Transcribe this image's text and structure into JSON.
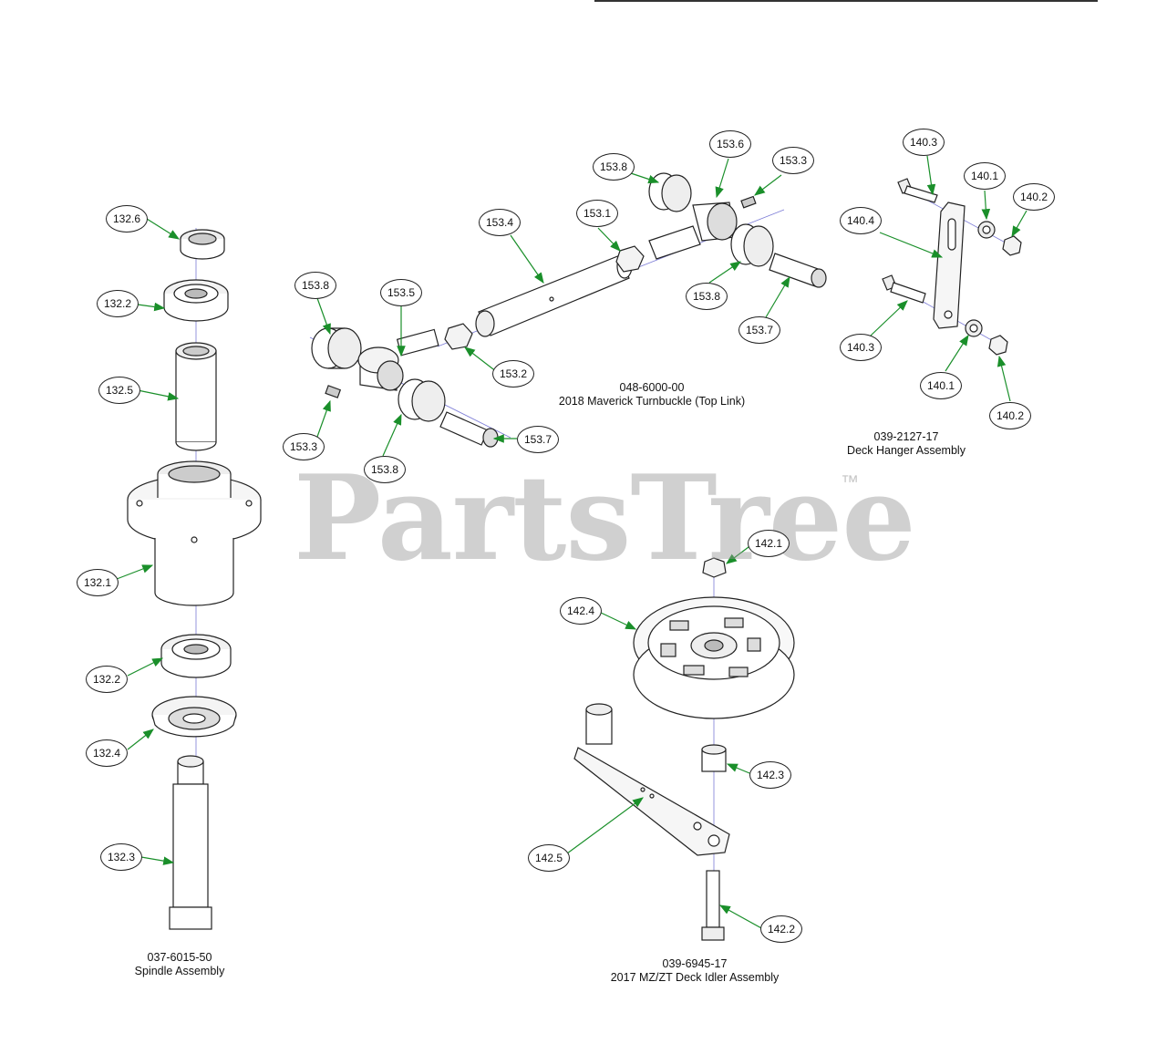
{
  "watermark": {
    "text": "PartsTree",
    "tm": "™"
  },
  "assemblies": {
    "spindle": {
      "part_number": "037-6015-50",
      "name": "Spindle Assembly"
    },
    "turnbuckle": {
      "part_number": "048-6000-00",
      "name": "2018 Maverick Turnbuckle (Top Link)"
    },
    "hanger": {
      "part_number": "039-2127-17",
      "name": "Deck Hanger Assembly"
    },
    "idler": {
      "part_number": "039-6945-17",
      "name": "2017 MZ/ZT Deck Idler Assembly"
    }
  },
  "callouts": {
    "spindle": [
      "132.6",
      "132.2",
      "132.5",
      "132.1",
      "132.2",
      "132.4",
      "132.3"
    ],
    "turnbuckle": [
      "153.8",
      "153.6",
      "153.3",
      "153.1",
      "153.4",
      "153.8",
      "153.7",
      "153.8",
      "153.5",
      "153.2",
      "153.3",
      "153.8",
      "153.7"
    ],
    "hanger": [
      "140.3",
      "140.1",
      "140.2",
      "140.4",
      "140.3",
      "140.1",
      "140.2"
    ],
    "idler": [
      "142.1",
      "142.4",
      "142.3",
      "142.5",
      "142.2"
    ]
  },
  "colors": {
    "leader": "#1a8f2a",
    "center_line": "#7b7bd6",
    "outline": "#222222"
  }
}
